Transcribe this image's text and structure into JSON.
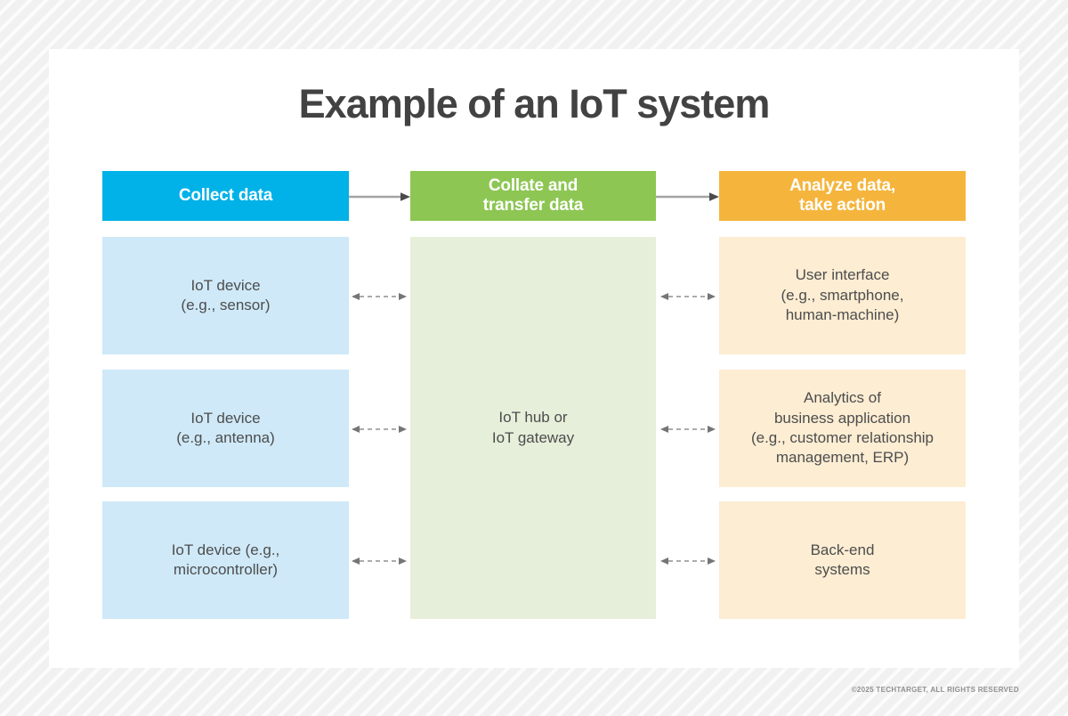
{
  "title": "Example of an IoT system",
  "footer": "©2025 TECHTARGET, ALL RIGHTS RESERVED",
  "colors": {
    "collect_header": "#00b2e8",
    "collect_box": "#cfe9f8",
    "collate_header": "#8dc653",
    "collate_box": "#e6efda",
    "analyze_header": "#f5b53d",
    "analyze_box": "#fcedd3",
    "title_text": "#424242",
    "box_text": "#4d4d4d",
    "arrow_line": "#a3a3a3",
    "arrow_head": "#4b4b4b",
    "dashed_arrow": "#8f8f8f"
  },
  "columns": [
    {
      "header": "Collect data",
      "boxes": [
        "IoT device\n(e.g., sensor)",
        "IoT device\n(e.g., antenna)",
        "IoT device (e.g.,\nmicrocontroller)"
      ]
    },
    {
      "header": "Collate and\ntransfer data",
      "boxes": [
        "IoT hub or\nIoT gateway"
      ]
    },
    {
      "header": "Analyze data,\ntake action",
      "boxes": [
        "User interface\n(e.g., smartphone,\nhuman-machine)",
        "Analytics of\nbusiness application\n(e.g., customer relationship\nmanagement, ERP)",
        "Back-end\nsystems"
      ]
    }
  ]
}
